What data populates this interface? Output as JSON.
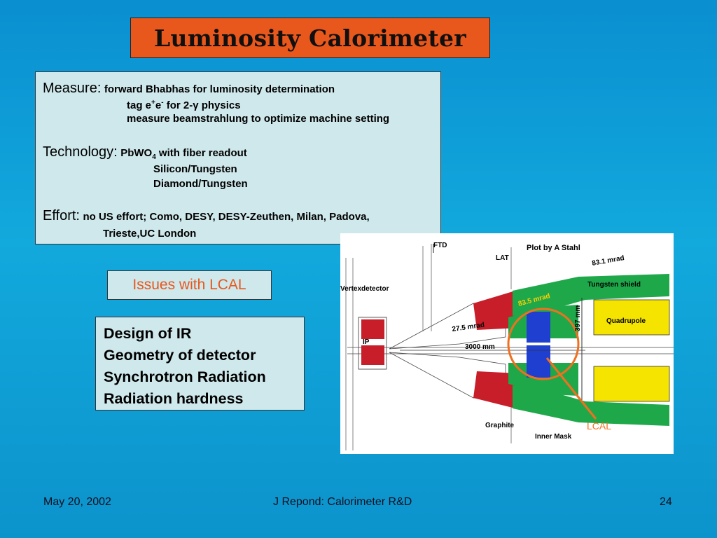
{
  "title": "Luminosity Calorimeter",
  "measure": {
    "label": "Measure:",
    "items": [
      "forward Bhabhas for luminosity determination",
      "tag e",
      "+",
      "e",
      "-",
      " for 2-γ physics",
      "measure beamstrahlung to optimize machine setting"
    ]
  },
  "technology": {
    "label": "Technology:",
    "pbwo": "PbWO",
    "sub": "4",
    "rest": " with fiber readout",
    "items": [
      "Silicon/Tungsten",
      "Diamond/Tungsten"
    ]
  },
  "effort": {
    "label": "Effort:",
    "line1": "no US effort; Como, DESY, DESY-Zeuthen, Milan, Padova,",
    "line2": "Trieste,UC London"
  },
  "issues": {
    "button": "Issues with LCAL",
    "items": [
      "Design of IR",
      "Geometry of detector",
      "Synchrotron Radiation",
      "Radiation hardness"
    ]
  },
  "diagram": {
    "credit": "Plot by A Stahl",
    "ftd": "FTD",
    "lat": "LAT",
    "vertex": "Vertexdetector",
    "ip": "IP",
    "mrad_83": "83.1 mrad",
    "mrad_83_5": "83.5 mrad",
    "mrad_27": "27.5 mrad",
    "mm_3000": "3000 mm",
    "mm_vertical": "397 mm",
    "tungsten": "Tungsten shield",
    "quadrupole": "Quadrupole",
    "graphite": "Graphite",
    "inner_mask": "Inner Mask",
    "lcal": "LCAL"
  },
  "footer": {
    "date": "May 20, 2002",
    "center": "J Repond: Calorimeter R&D",
    "page": "24"
  }
}
